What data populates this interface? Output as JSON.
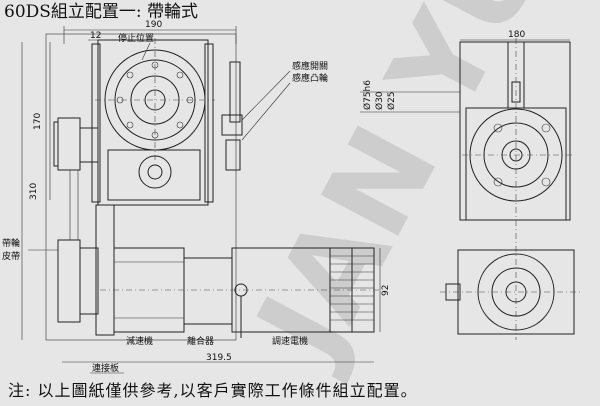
{
  "title": "60DS組立配置一: 帶輪式",
  "footer": "注: 以上圖紙僅供參考,以客戶實際工作條件組立配置。",
  "watermark": "JAN YU",
  "labels": {
    "stop_position": "停止位置",
    "sensor_switch": "感應開關",
    "sensor_cam": "感應凸輪",
    "pulley_belt_1": "帶輪",
    "pulley_belt_2": "皮帶",
    "reducer": "減速機",
    "clutch": "離合器",
    "motor": "調速電機",
    "connecting_plate": "連接板"
  },
  "dimensions": {
    "top_width": "190",
    "offset_12": "12",
    "height_170": "170",
    "height_310": "310",
    "height_92": "92",
    "length_319": "319.5",
    "side_width": "180",
    "shaft_d1": "Ø75h6",
    "shaft_d2": "Ø30",
    "shaft_d3": "Ø25"
  }
}
